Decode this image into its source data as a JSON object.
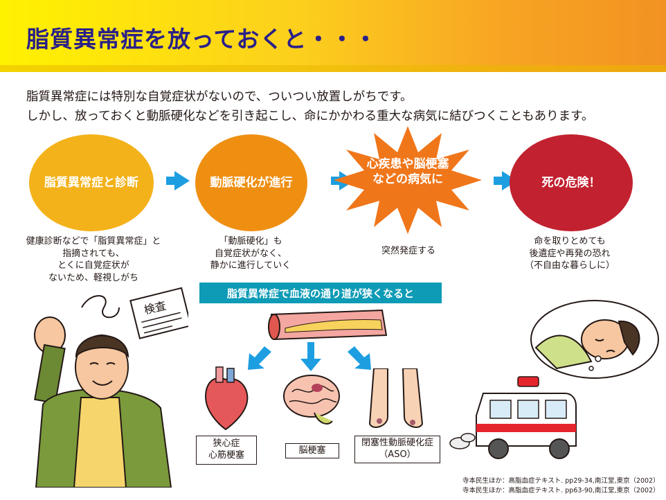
{
  "header": {
    "title": "脂質異常症を放っておくと・・・"
  },
  "intro": {
    "line1": "脂質異常症には特別な自覚症状がないので、ついつい放置しがちです。",
    "line2": "しかし、放っておくと動脈硬化などを引き起こし、命にかかわる重大な病気に結びつくこともあります。"
  },
  "steps": [
    {
      "label": "脂質異常症と診断",
      "color": "#f4b21a",
      "desc": [
        "健康診断などで「脂質異常症」と",
        "指摘されても、",
        "とくに自覚症状が",
        "ないため、軽視しがち"
      ]
    },
    {
      "label": "動脈硬化が進行",
      "color": "#ef8f12",
      "desc": [
        "「動脈硬化」も",
        "自覚症状がなく、",
        "静かに進行していく"
      ]
    },
    {
      "label_lines": [
        "心疾患や脳梗塞",
        "などの病気に"
      ],
      "color": "#f0761a",
      "desc": [
        "突然発症する"
      ]
    },
    {
      "label": "死の危険！",
      "color": "#c2212f",
      "desc": [
        "命を取りとめても",
        "後遺症や再発の恐れ",
        "（不自由な暮らしに）"
      ]
    }
  ],
  "banner": "脂質異常症で血液の通り道が狭くなると",
  "paper_note": "検査",
  "organs": [
    {
      "label_lines": [
        "狭心症",
        "心筋梗塞"
      ]
    },
    {
      "label_lines": [
        "脳梗塞"
      ]
    },
    {
      "label_lines": [
        "閉塞性動脈硬化症",
        "（ASO）"
      ]
    }
  ],
  "references": [
    "寺本民生ほか：高脂血症テキスト. pp29-34,南江堂,東京（2002）",
    "寺本民生ほか：高脂血症テキスト. pp63-90,南江堂,東京（2002）"
  ],
  "colors": {
    "accent_blue": "#1d9ee0",
    "banner": "#0e9bb6",
    "title": "#2a2089"
  }
}
